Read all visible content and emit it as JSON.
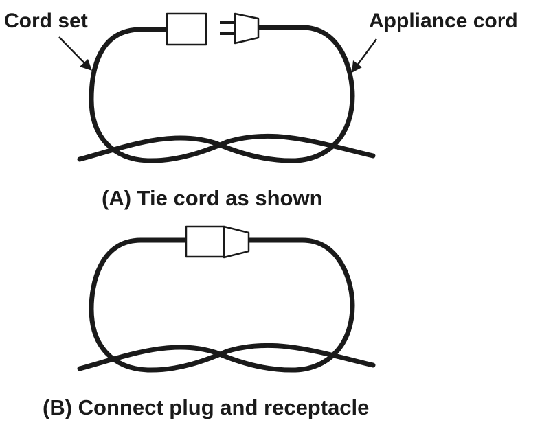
{
  "labels": {
    "cord_set": "Cord set",
    "appliance_cord": "Appliance cord"
  },
  "captions": {
    "a": "(A) Tie cord as shown",
    "b": "(B) Connect plug and receptacle"
  },
  "colors": {
    "ink": "#1a1a1a",
    "background": "#ffffff"
  }
}
